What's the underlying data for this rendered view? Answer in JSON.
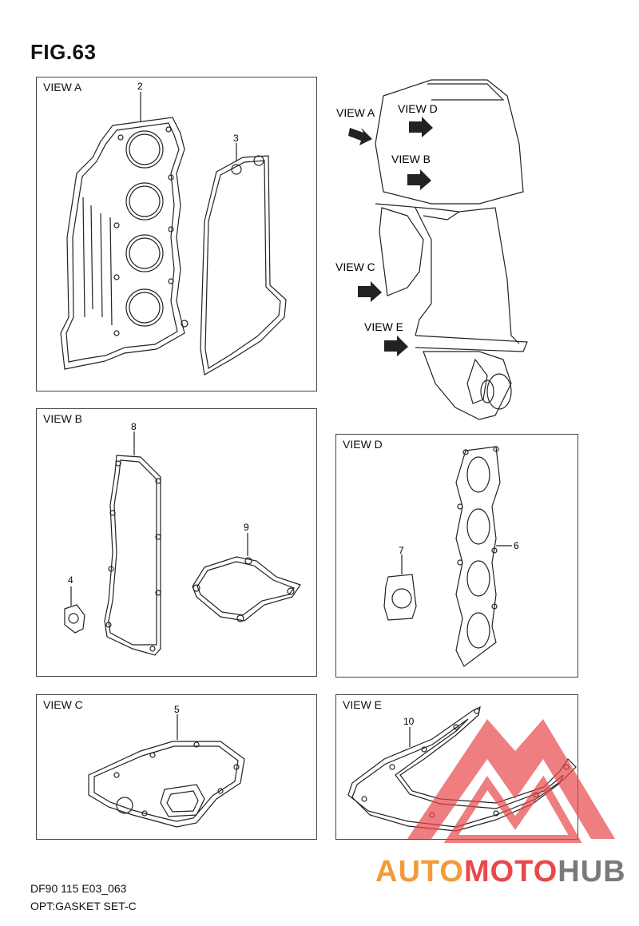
{
  "figure": {
    "title": "FIG.63"
  },
  "panels": {
    "view_a": {
      "label": "VIEW A",
      "parts": [
        "2",
        "3"
      ]
    },
    "view_b": {
      "label": "VIEW B",
      "parts": [
        "8",
        "4",
        "9"
      ]
    },
    "view_c": {
      "label": "VIEW C",
      "parts": [
        "5"
      ]
    },
    "view_d": {
      "label": "VIEW D",
      "parts": [
        "7",
        "6"
      ]
    },
    "view_e": {
      "label": "VIEW E",
      "parts": [
        "10"
      ]
    }
  },
  "engine_callouts": [
    "VIEW A",
    "VIEW D",
    "VIEW B",
    "VIEW C",
    "VIEW E"
  ],
  "footer": {
    "model_code": "DF90 115 E03_063",
    "description": "OPT:GASKET SET-C"
  },
  "watermark": {
    "text_a": "AUTO",
    "text_b": "MOTO",
    "text_c": "HUB"
  },
  "colors": {
    "watermark_red": "#e8484a",
    "watermark_orange": "#f39a3a",
    "watermark_gray": "#7a7a7a"
  }
}
